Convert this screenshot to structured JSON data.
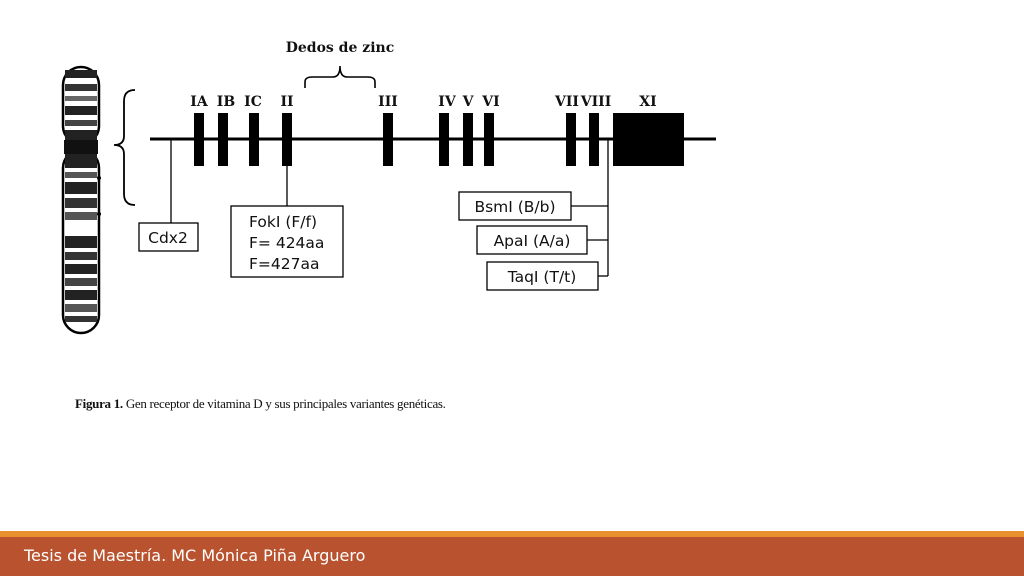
{
  "diagram": {
    "zinc_finger_label": "Dedos de zinc",
    "exons": [
      "IA",
      "IB",
      "IC",
      "II",
      "III",
      "IV",
      "V",
      "VI",
      "VII",
      "VIII",
      "XI"
    ],
    "variant_boxes": {
      "cdx2": "Cdx2",
      "fokI": [
        "FokI (F/f)",
        "F= 424aa",
        "F=427aa"
      ],
      "bsmI": "BsmI (B/b)",
      "apaI": "ApaI (A/a)",
      "taqI": "TaqI (T/t)"
    }
  },
  "caption": {
    "label": "Figura 1.",
    "text": "Gen receptor de vitamina D y sus principales variantes genéticas."
  },
  "footer": {
    "text": "Tesis de Maestría. MC Mónica Piña Arguero",
    "stripe_color": "#e8912e",
    "bar_color": "#b9532f"
  }
}
